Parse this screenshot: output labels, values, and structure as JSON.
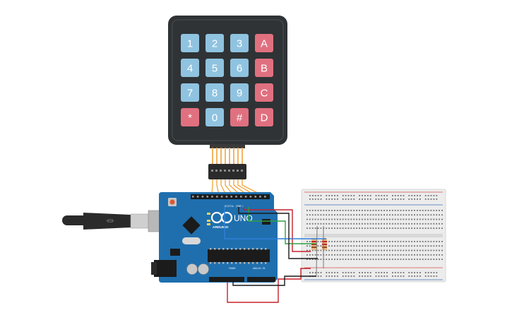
{
  "keypad": {
    "keys": [
      {
        "label": "1",
        "kind": "digit"
      },
      {
        "label": "2",
        "kind": "digit"
      },
      {
        "label": "3",
        "kind": "digit"
      },
      {
        "label": "A",
        "kind": "letter"
      },
      {
        "label": "4",
        "kind": "digit"
      },
      {
        "label": "5",
        "kind": "digit"
      },
      {
        "label": "6",
        "kind": "digit"
      },
      {
        "label": "B",
        "kind": "letter"
      },
      {
        "label": "7",
        "kind": "digit"
      },
      {
        "label": "8",
        "kind": "digit"
      },
      {
        "label": "9",
        "kind": "digit"
      },
      {
        "label": "C",
        "kind": "letter"
      },
      {
        "label": "*",
        "kind": "letter"
      },
      {
        "label": "0",
        "kind": "digit"
      },
      {
        "label": "#",
        "kind": "letter"
      },
      {
        "label": "D",
        "kind": "letter"
      }
    ],
    "colors": {
      "body": "#2f3336",
      "digit_key": "#8fc3e0",
      "letter_key": "#e0707f",
      "ribbon": "#f0a43a"
    }
  },
  "arduino": {
    "brand": "ARDUINO",
    "model": "UNO",
    "digital_label": "DIGITAL (PWM~)",
    "power_label": "POWER",
    "analog_label": "ANALOG IN",
    "color": "#1f6fae"
  },
  "breadboard": {
    "colors": {
      "body": "#ececec",
      "rail_red": "#d9534f",
      "rail_blue": "#3b6fb6"
    }
  },
  "wires": {
    "colors": {
      "red": "#c8202a",
      "black": "#1a1a1a",
      "green": "#2ea043",
      "blue": "#2f7fd9",
      "orange": "#f0a43a"
    }
  },
  "cable": {
    "colors": {
      "plug": "#2b2b2b",
      "metal": "#c9c9c9"
    }
  }
}
